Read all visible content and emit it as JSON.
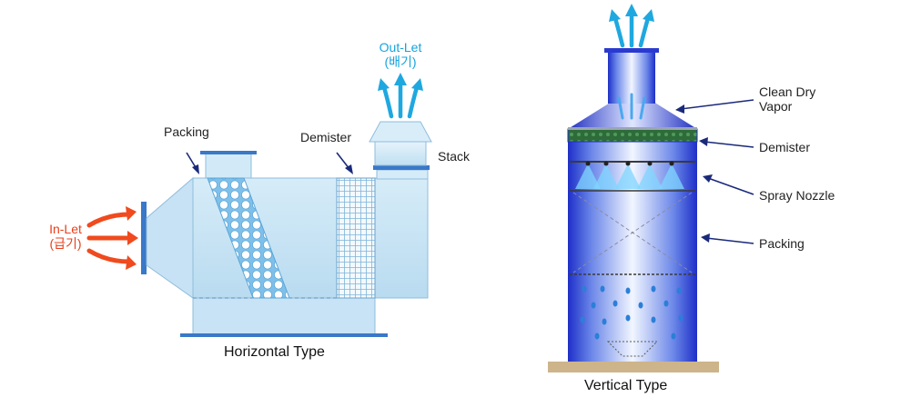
{
  "horizontal": {
    "caption": "Horizontal Type",
    "inlet": {
      "line1": "In-Let",
      "line2": "(급기)"
    },
    "outlet": {
      "line1": "Out-Let",
      "line2": "(배기)"
    },
    "labels": {
      "packing": "Packing",
      "demister": "Demister",
      "stack": "Stack"
    }
  },
  "vertical": {
    "caption": "Vertical Type",
    "labels": {
      "clean_dry_vapor_1": "Clean Dry",
      "clean_dry_vapor_2": "Vapor",
      "demister": "Demister",
      "spray_nozzle": "Spray Nozzle",
      "packing": "Packing"
    }
  },
  "colors": {
    "inlet_arrow": "#f04a1e",
    "outlet_arrow": "#1fa8e0",
    "vessel_blue": "#2f3fd0",
    "pointer": "#1a2a7a"
  }
}
